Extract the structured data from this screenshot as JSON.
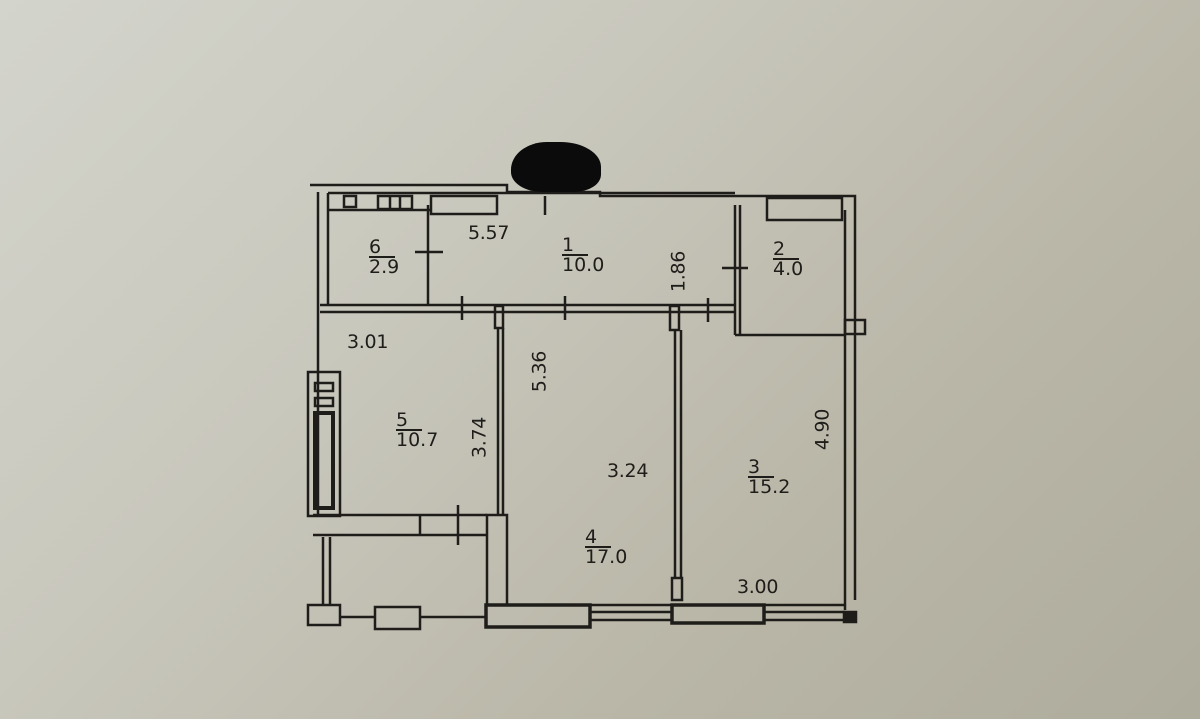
{
  "colors": {
    "background": "#c8c7bc",
    "line": "#1f1d1a",
    "redaction": "#0c0b0b"
  },
  "rooms": [
    {
      "number": "1",
      "area": "10.0"
    },
    {
      "number": "2",
      "area": "4.0"
    },
    {
      "number": "3",
      "area": "15.2"
    },
    {
      "number": "4",
      "area": "17.0"
    },
    {
      "number": "5",
      "area": "10.7"
    },
    {
      "number": "6",
      "area": "2.9"
    }
  ],
  "dimensions": {
    "corridor_length": "5.57",
    "corridor_width": "1.86",
    "room5_width": "3.01",
    "room5_length": "3.74",
    "room4_length": "5.36",
    "room4_width": "3.24",
    "room3_length": "4.90",
    "room3_width": "3.00"
  }
}
